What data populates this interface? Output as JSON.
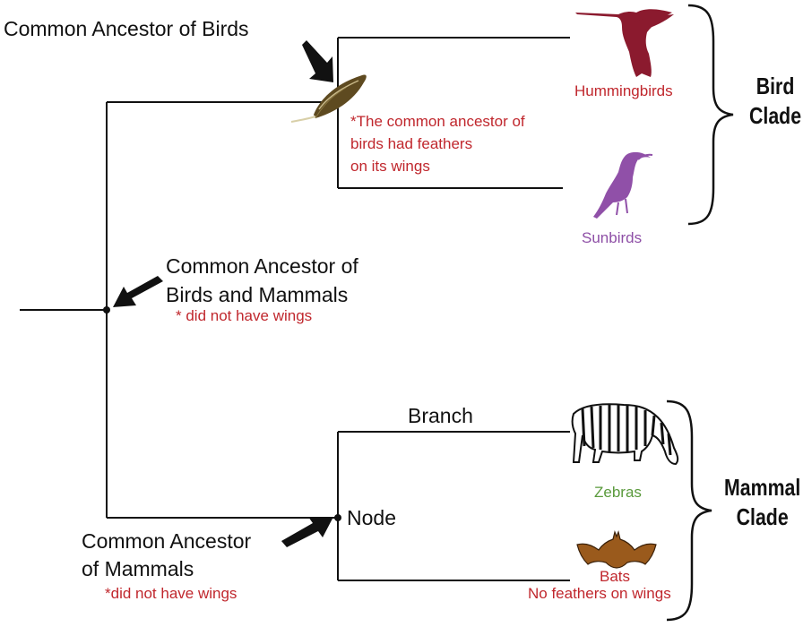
{
  "labels": {
    "ancestor_birds": "Common Ancestor of Birds",
    "feather_note_1": "*The common ancestor of",
    "feather_note_2": "birds had feathers",
    "feather_note_3": "on its wings",
    "ancestor_birds_mammals_1": "Common Ancestor of",
    "ancestor_birds_mammals_2": "Birds and Mammals",
    "no_wings_note": "* did not have wings",
    "branch": "Branch",
    "node": "Node",
    "ancestor_mammals_1": "Common Ancestor",
    "ancestor_mammals_2": "of Mammals",
    "mammals_note": "*did not have wings"
  },
  "taxa": {
    "hummingbirds": "Hummingbirds",
    "sunbirds": "Sunbirds",
    "zebras": "Zebras",
    "bats": "Bats",
    "bats_note": "No feathers on wings"
  },
  "clades": {
    "bird_1": "Bird",
    "bird_2": "Clade",
    "mammal_1": "Mammal",
    "mammal_2": "Clade"
  },
  "colors": {
    "line": "#111111",
    "hummingbird": "#8b1a2e",
    "sunbird": "#9050a8",
    "bat": "#9a5a1c",
    "note_red": "#c0272d",
    "zebra_label": "#5a9a3c",
    "feather": "#6b5a2c"
  },
  "icons": [
    "hummingbird-icon",
    "sunbird-icon",
    "zebra-icon",
    "bat-icon",
    "feather-icon",
    "arrow-icon",
    "node-dot-icon",
    "curly-brace-icon"
  ]
}
